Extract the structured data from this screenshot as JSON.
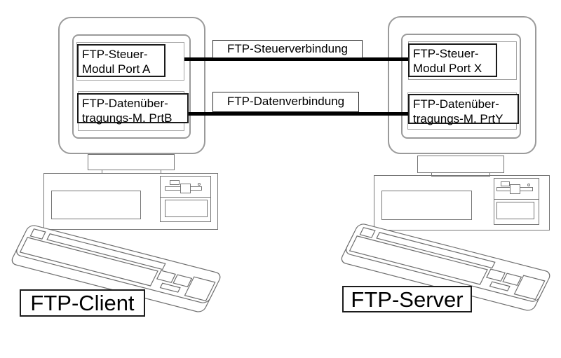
{
  "client": {
    "label": "FTP-Client",
    "steuer_module": {
      "line1": "FTP-Steuer-",
      "line2": "Modul Port A"
    },
    "daten_module": {
      "line1": "FTP-Datenüber-",
      "line2": "tragungs-M. PrtB"
    }
  },
  "server": {
    "label": "FTP-Server",
    "steuer_module": {
      "line1": "FTP-Steuer-",
      "line2": "Modul Port X"
    },
    "daten_module": {
      "line1": "FTP-Datenüber-",
      "line2": "tragungs-M. PrtY"
    }
  },
  "connections": {
    "steuer": "FTP-Steuerverbindung",
    "daten": "FTP-Datenverbindung"
  },
  "colors": {
    "line_art": "#9a9a9a",
    "hardware_line": "#767676",
    "box_border": "#1b1b1b",
    "connection": "#000000",
    "background": "#ffffff"
  }
}
